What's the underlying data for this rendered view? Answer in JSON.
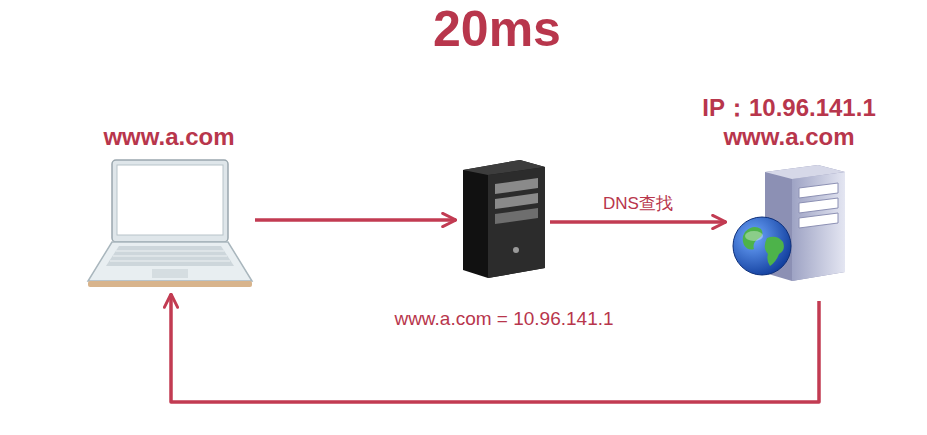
{
  "diagram": {
    "title": "20ms",
    "nodes": [
      {
        "text": [
          "www.a.com"
        ]
      },
      {
        "text": [
          "www.a.com = 10.96.141.1"
        ]
      },
      {
        "text": [
          "IP：10.96.141.1",
          "www.a.com"
        ]
      }
    ],
    "edges": [
      {
        "from": 0,
        "to": 1,
        "arrow": "to"
      },
      {
        "from": 1,
        "to": 2,
        "label": "DNS查找",
        "arrow": "to"
      },
      {
        "from": 2,
        "to": 0,
        "arrow": "to"
      }
    ]
  }
}
